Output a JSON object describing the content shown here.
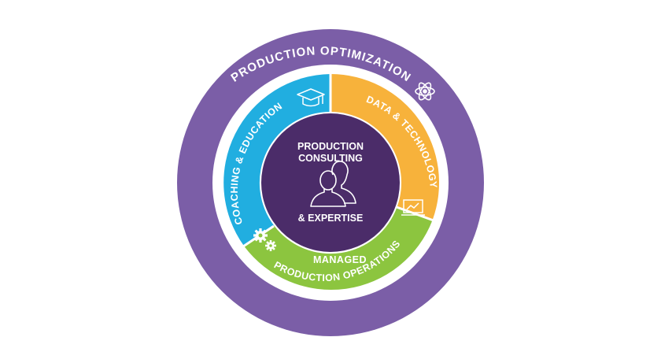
{
  "diagram": {
    "outer_ring": {
      "label": "PRODUCTION OPTIMIZATION",
      "color": "#7b5ea7",
      "icon": "atom-icon"
    },
    "segments": [
      {
        "id": "coaching",
        "label": "COACHING & EDUCATION",
        "color": "#21aee0",
        "icon": "graduation-cap-icon"
      },
      {
        "id": "data",
        "label": "DATA & TECHNOLOGY",
        "color": "#f7b23b",
        "icon": "laptop-chart-icon"
      },
      {
        "id": "managed",
        "label_line1": "MANAGED",
        "label_line2": "PRODUCTION OPERATIONS",
        "color": "#8cc53f",
        "icon": "gears-icon"
      }
    ],
    "center": {
      "line1": "PRODUCTION",
      "line2": "CONSULTING",
      "line3": "& EXPERTISE",
      "color": "#4b2c69",
      "icon": "people-icon"
    },
    "inner_ring_color": "#ffffff"
  }
}
